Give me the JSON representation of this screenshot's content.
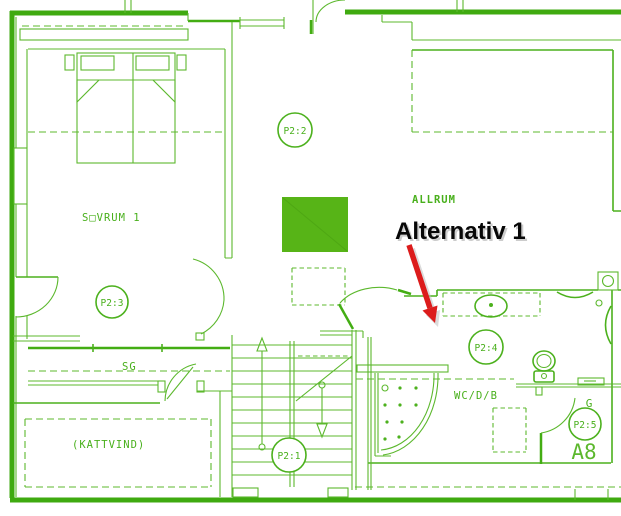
{
  "plan": {
    "annotation_title": "Alternativ 1",
    "labels": {
      "bedroom": "S□VRUM 1",
      "sliding_wardrobe": "SG",
      "attic": "(KATTVIND)",
      "living_room": "ALLRUM",
      "bathroom": "WC/D/B",
      "floor_drain": "G",
      "sheet_ref": "A8"
    },
    "points": {
      "p1": "P2:1",
      "p2": "P2:2",
      "p3": "P2:3",
      "p4": "P2:4",
      "p5": "P2:5"
    },
    "colors": {
      "line_green": "#49b01c",
      "fill_square_green": "#57b417",
      "arrow_red": "#dc1c1c",
      "annotation_text": "#070707"
    }
  }
}
